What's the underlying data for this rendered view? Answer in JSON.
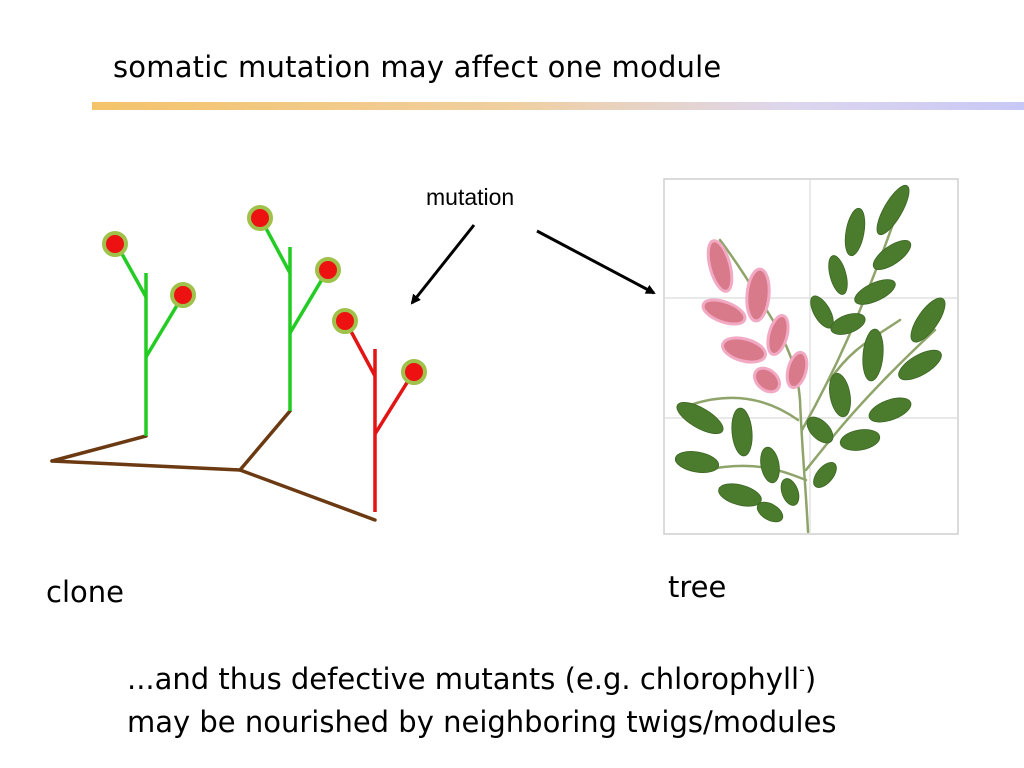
{
  "title": "somatic mutation may affect one module",
  "labels": {
    "mutation": "mutation",
    "clone": "clone",
    "tree": "tree"
  },
  "caption": {
    "line1_main": "...and thus defective mutants (e.g. chlorophyll",
    "line1_sup": "-",
    "line1_end": ")",
    "line2": "may be nourished by neighboring twigs/modules"
  },
  "colors": {
    "healthy_shoot": "#22cc22",
    "mutant_shoot": "#e31414",
    "rhizome": "#6b3a12",
    "flower_fill": "#ee1111",
    "flower_ring": "#9ec24a",
    "leaf_green": "#4a7a2c",
    "leaf_mutant": "#d97a8a",
    "arrow": "#000000"
  }
}
